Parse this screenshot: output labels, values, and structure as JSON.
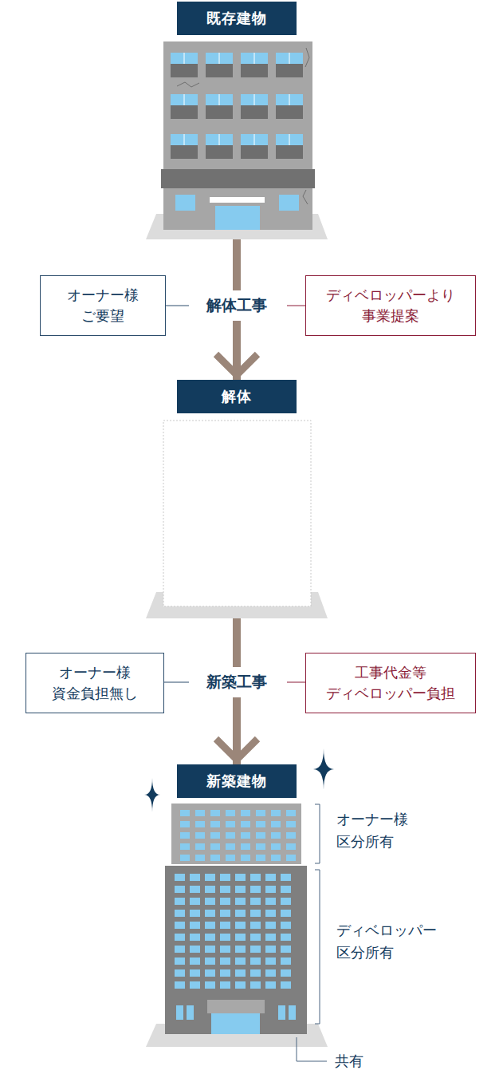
{
  "diagram": {
    "nodes": [
      {
        "text": [
          "既存建物"
        ]
      },
      {
        "text": [
          "オーナー様 ご要望"
        ]
      },
      {
        "text": [
          "ディベロッパーより 事業提案"
        ]
      },
      {
        "text": [
          "解体"
        ]
      },
      {
        "text": [
          "オーナー様 資金負担無し"
        ]
      },
      {
        "text": [
          "工事代金等 ディベロッパー負担"
        ]
      },
      {
        "text": [
          "新築建物"
        ]
      }
    ],
    "edges": [
      {
        "from": 0,
        "to": 3,
        "arrow": "to",
        "label": "解体工事"
      },
      {
        "from": 3,
        "to": 6,
        "arrow": "to",
        "label": "新築工事"
      }
    ],
    "labels": [
      "オーナー様 区分所有",
      "ディベロッパー 区分所有",
      "共有"
    ]
  }
}
